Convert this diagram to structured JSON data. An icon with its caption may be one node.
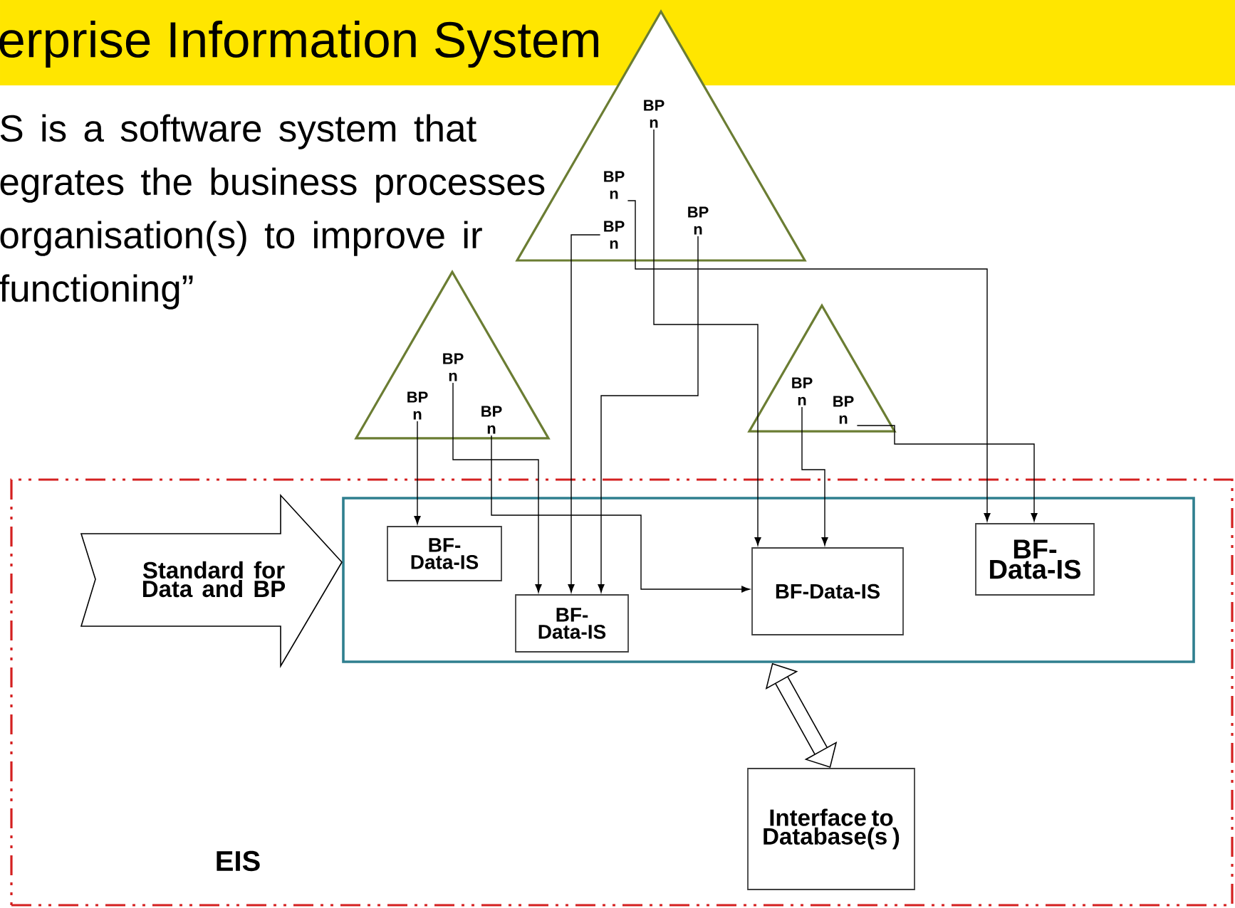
{
  "diagram": {
    "title": "erprise Information System",
    "nodes": [
      {
        "text": [],
        "shape": "triangle"
      },
      {
        "text": [
          "BP n"
        ],
        "in": 0
      },
      {
        "text": [
          "BP n"
        ],
        "in": 0
      },
      {
        "text": [
          "BP n"
        ],
        "in": 0
      },
      {
        "text": [
          "BP n"
        ],
        "in": 0
      },
      {
        "text": [],
        "shape": "triangle"
      },
      {
        "text": [
          "BP n"
        ],
        "in": 5
      },
      {
        "text": [
          "BP n"
        ],
        "in": 5
      },
      {
        "text": [
          "BP n"
        ],
        "in": 5
      },
      {
        "text": [],
        "shape": "triangle"
      },
      {
        "text": [
          "BP n"
        ],
        "in": 9
      },
      {
        "text": [
          "BP n"
        ],
        "in": 9
      },
      {
        "text": [
          "EIS"
        ]
      },
      {
        "text": [],
        "shape": "box",
        "in": 12
      },
      {
        "text": [
          "Standard for Data and BP"
        ],
        "in": 12
      },
      {
        "text": [
          "BF-Data-IS"
        ],
        "in": 13
      },
      {
        "text": [
          "BF-Data-IS"
        ],
        "in": 13
      },
      {
        "text": [
          "BF-Data-IS"
        ],
        "in": 13
      },
      {
        "text": [
          "BF-Data-IS"
        ],
        "in": 13
      },
      {
        "text": [
          "Interface to Database(s )"
        ],
        "in": 12
      }
    ],
    "edges": [
      {
        "from": 1,
        "to": 17,
        "arrow": "to"
      },
      {
        "from": 2,
        "to": 18,
        "arrow": "to"
      },
      {
        "from": 3,
        "to": 16,
        "arrow": "to"
      },
      {
        "from": 4,
        "to": 16,
        "arrow": "to"
      },
      {
        "from": 6,
        "to": 16,
        "arrow": "to"
      },
      {
        "from": 7,
        "to": 15,
        "arrow": "to"
      },
      {
        "from": 8,
        "to": 17,
        "arrow": "to"
      },
      {
        "from": 10,
        "to": 17,
        "arrow": "to"
      },
      {
        "from": 11,
        "to": 18,
        "arrow": "to"
      },
      {
        "from": 13,
        "to": 19,
        "arrow": "both",
        "style": "thick"
      }
    ],
    "labels": [
      "S is a software system that egrates the business processes organisation(s) to improve ir functioning”"
    ]
  }
}
